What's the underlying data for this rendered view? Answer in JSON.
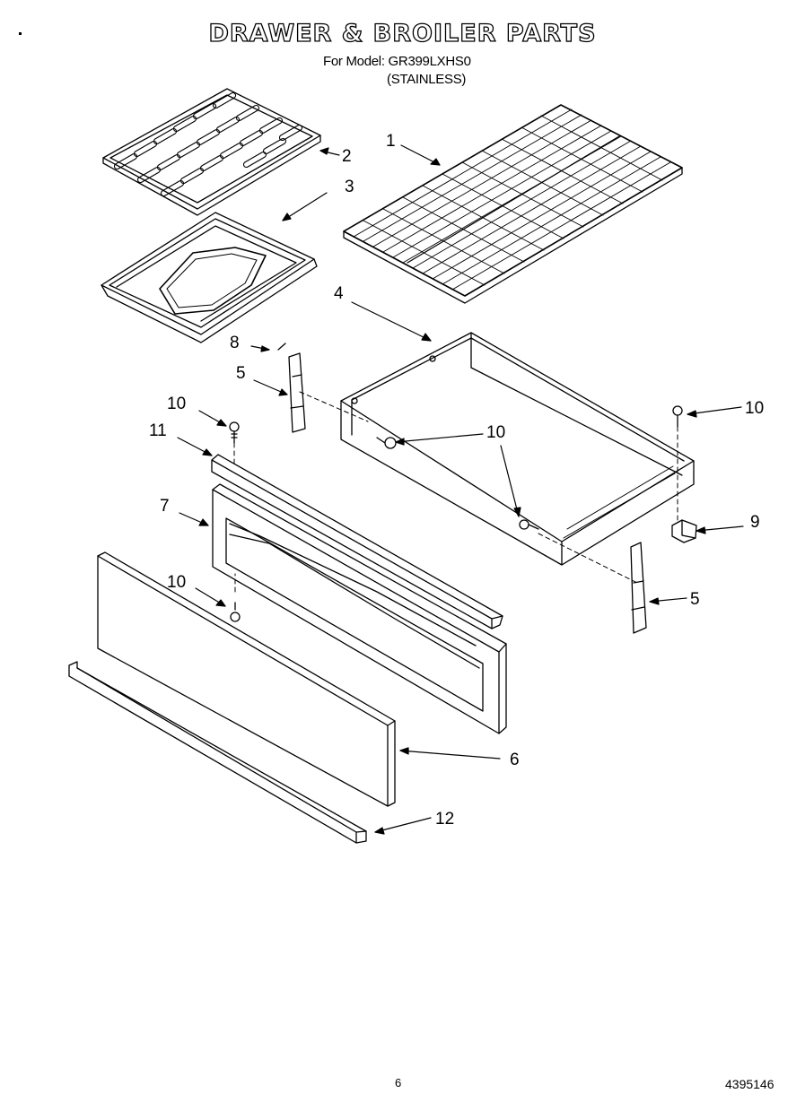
{
  "title": "DRAWER & BROILER PARTS",
  "model_line": "For Model: GR399LXHS0",
  "finish_line": "(STAINLESS)",
  "page_number": "6",
  "document_number": "4395146",
  "callouts": [
    "1",
    "2",
    "3",
    "4",
    "5",
    "5",
    "6",
    "7",
    "8",
    "9",
    "10",
    "10",
    "10",
    "10",
    "11",
    "12"
  ]
}
